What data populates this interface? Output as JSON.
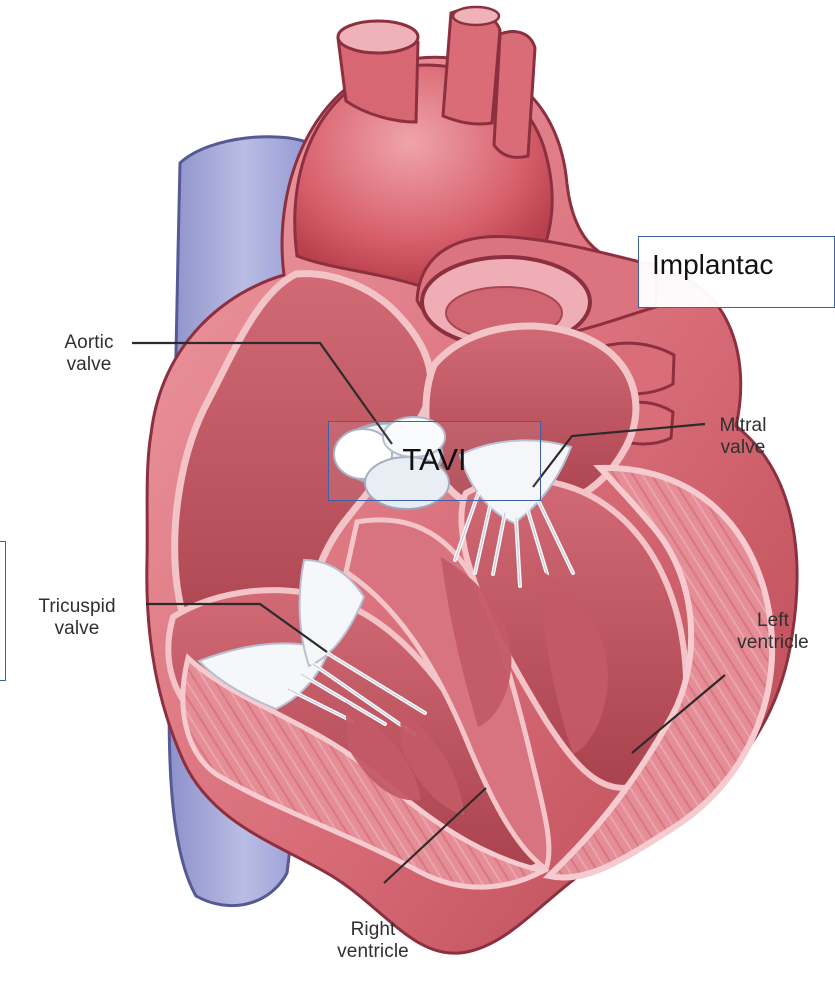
{
  "labels": {
    "aortic_valve": [
      "Aortic",
      "valve"
    ],
    "mitral_valve": [
      "Mitral",
      "valve"
    ],
    "tricuspid_valve": [
      "Tricuspid",
      "valve"
    ],
    "left_ventricle": [
      "Left",
      "ventricle"
    ],
    "right_ventricle": [
      "Right",
      "ventricle"
    ]
  },
  "overlays": {
    "tavi": "TAVI",
    "implant": "Implantac"
  },
  "colors": {
    "muscle": "#d86d78",
    "muscle_dark": "#b6404e",
    "muscle_light": "#eeb0b7",
    "vein": "#a9acd8",
    "valve": "#f3f5f8",
    "box_border": "#3f5fa8"
  }
}
